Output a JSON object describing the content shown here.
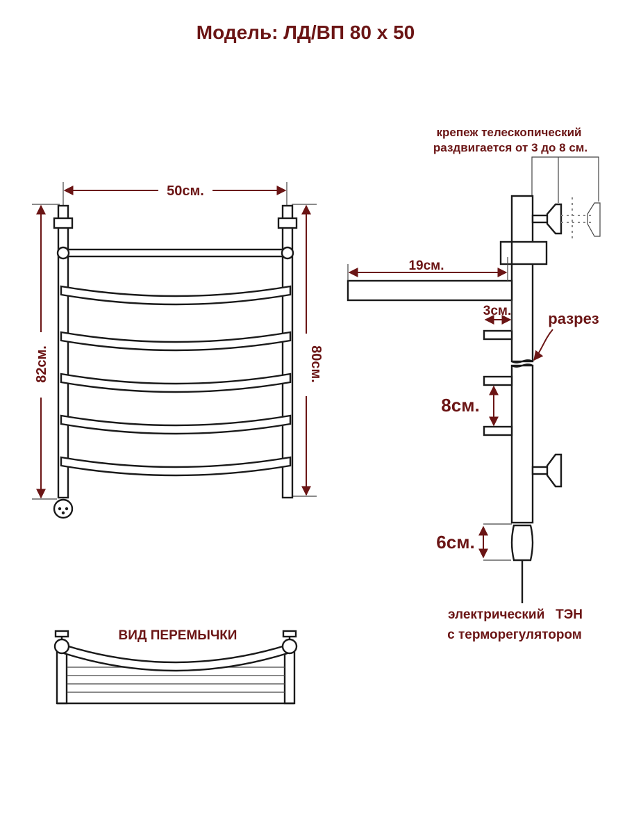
{
  "title": "Модель: ЛД/ВП 80 х 50",
  "front_view": {
    "width_label": "50см.",
    "left_height_label": "82см.",
    "right_height_label": "80см."
  },
  "side_view": {
    "mount_note_line1": "крепеж телескопический",
    "mount_note_line2": "раздвигается от 3 до 8 см.",
    "depth_label": "19см.",
    "offset_label": "3см.",
    "section_label": "разрез",
    "spacing_label": "8см.",
    "heater_label": "6см.",
    "heater_caption_line1": "электрический   ТЭН",
    "heater_caption_line2": "с терморегулятором"
  },
  "jumper_view": {
    "title": "ВИД ПЕРЕМЫЧКИ"
  },
  "colors": {
    "label": "#6b1515",
    "line": "#1a1a1a"
  }
}
